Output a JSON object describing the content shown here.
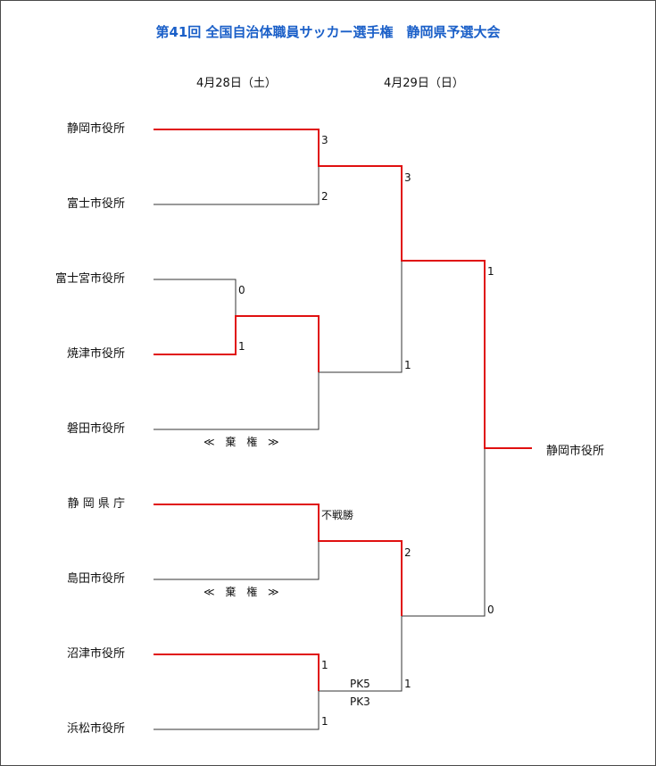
{
  "title": "第41回 全国自治体職員サッカー選手権　静岡県予選大会",
  "dates": {
    "day1": "4月28日（土）",
    "day2": "4月29日（日）"
  },
  "teams": [
    "静岡市役所",
    "富士市役所",
    "富士宮市役所",
    "焼津市役所",
    "磐田市役所",
    "静 岡 県 庁",
    "島田市役所",
    "沼津市役所",
    "浜松市役所"
  ],
  "scores": {
    "r1_shizuoka": "3",
    "r1_fuji": "2",
    "r0_fujinomiya": "0",
    "r0_yaizu": "1",
    "r2_top": "3",
    "r2_yaizu": "1",
    "sf_top": "1",
    "r1_kencho_note": "不戦勝",
    "r1_numazu": "1",
    "r1_hamamatsu": "1",
    "r2_kencho": "2",
    "r2_numazu": "1",
    "sf_bottom": "0",
    "pk_top": "PK5",
    "pk_bottom": "PK3"
  },
  "forfeit_label": "≪ 棄 権 ≫",
  "champion": "静岡市役所",
  "colors": {
    "title": "#1a5fc8",
    "winner_line": "#e01010",
    "line": "#333333"
  }
}
